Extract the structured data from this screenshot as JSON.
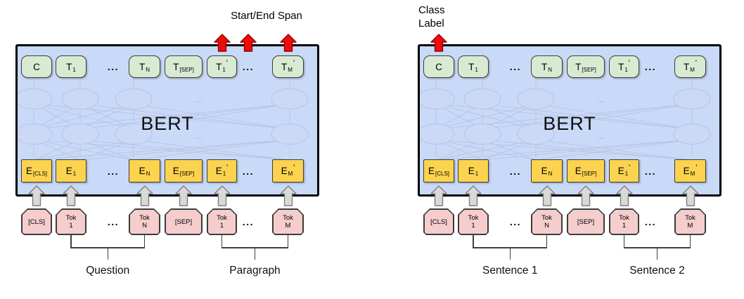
{
  "figure": {
    "description_left_model_label": "BERT",
    "description_right_model_label": "BERT"
  },
  "colors": {
    "box_fill": "#c9daf8",
    "box_border": "#000000",
    "output_token_fill": "#d9ead3",
    "embedding_token_fill": "#fbd34f",
    "input_token_fill": "#f5cdcd",
    "token_border": "#3c3c3c",
    "red_arrow_fill": "#ee0b0b",
    "red_arrow_stroke": "#980000",
    "gray_arrow_fill": "#d9d9d9",
    "gray_arrow_stroke": "#7f7f7f",
    "network_stroke": "#b7c3e3",
    "network_node_fill": "#ccd9f6"
  },
  "panels": [
    {
      "name": "question-answering",
      "top_label_lines": [
        "Start/End Span"
      ],
      "model_label": "BERT",
      "red_arrow_cols": [
        5,
        6,
        7
      ],
      "outputs": [
        {
          "kind": "box",
          "main": "C"
        },
        {
          "kind": "box",
          "main": "T",
          "sub": "1"
        },
        {
          "kind": "dots",
          "text": "..."
        },
        {
          "kind": "box",
          "main": "T",
          "sub": "N"
        },
        {
          "kind": "box",
          "main": "T",
          "sub": "[SEP]"
        },
        {
          "kind": "box",
          "main": "T",
          "sub": "1",
          "prime": "'"
        },
        {
          "kind": "dots",
          "text": "..."
        },
        {
          "kind": "box",
          "main": "T",
          "sub": "M",
          "prime": "'"
        }
      ],
      "embeddings": [
        {
          "kind": "box",
          "main": "E",
          "sub": "[CLS]"
        },
        {
          "kind": "box",
          "main": "E",
          "sub": "1"
        },
        {
          "kind": "dots",
          "text": "..."
        },
        {
          "kind": "box",
          "main": "E",
          "sub": "N"
        },
        {
          "kind": "box",
          "main": "E",
          "sub": "[SEP]"
        },
        {
          "kind": "box",
          "main": "E",
          "sub": "1",
          "prime": "'"
        },
        {
          "kind": "dots",
          "text": "..."
        },
        {
          "kind": "box",
          "main": "E",
          "sub": "M",
          "prime": "'"
        }
      ],
      "inputs": [
        {
          "kind": "plaque",
          "lines": [
            "[CLS]"
          ]
        },
        {
          "kind": "plaque",
          "lines": [
            "Tok",
            "1"
          ]
        },
        {
          "kind": "dots",
          "text": "..."
        },
        {
          "kind": "plaque",
          "lines": [
            "Tok",
            "N"
          ]
        },
        {
          "kind": "plaque",
          "lines": [
            "[SEP]"
          ]
        },
        {
          "kind": "plaque",
          "lines": [
            "Tok",
            "1"
          ]
        },
        {
          "kind": "dots",
          "text": "..."
        },
        {
          "kind": "plaque",
          "lines": [
            "Tok",
            "M"
          ]
        }
      ],
      "groups": [
        {
          "label": "Question",
          "from": 1,
          "to": 3
        },
        {
          "label": "Paragraph",
          "from": 5,
          "to": 7
        }
      ]
    },
    {
      "name": "sentence-pair-classification",
      "top_label_lines": [
        "Class",
        "Label"
      ],
      "model_label": "BERT",
      "red_arrow_cols": [
        0
      ],
      "outputs": [
        {
          "kind": "box",
          "main": "C"
        },
        {
          "kind": "box",
          "main": "T",
          "sub": "1"
        },
        {
          "kind": "dots",
          "text": "..."
        },
        {
          "kind": "box",
          "main": "T",
          "sub": "N"
        },
        {
          "kind": "box",
          "main": "T",
          "sub": "[SEP]"
        },
        {
          "kind": "box",
          "main": "T",
          "sub": "1",
          "prime": "'"
        },
        {
          "kind": "dots",
          "text": "..."
        },
        {
          "kind": "box",
          "main": "T",
          "sub": "M",
          "prime": "'"
        }
      ],
      "embeddings": [
        {
          "kind": "box",
          "main": "E",
          "sub": "[CLS]"
        },
        {
          "kind": "box",
          "main": "E",
          "sub": "1"
        },
        {
          "kind": "dots",
          "text": "..."
        },
        {
          "kind": "box",
          "main": "E",
          "sub": "N"
        },
        {
          "kind": "box",
          "main": "E",
          "sub": "[SEP]"
        },
        {
          "kind": "box",
          "main": "E",
          "sub": "1",
          "prime": "'"
        },
        {
          "kind": "dots",
          "text": "..."
        },
        {
          "kind": "box",
          "main": "E",
          "sub": "M",
          "prime": "'"
        }
      ],
      "inputs": [
        {
          "kind": "plaque",
          "lines": [
            "[CLS]"
          ]
        },
        {
          "kind": "plaque",
          "lines": [
            "Tok",
            "1"
          ]
        },
        {
          "kind": "dots",
          "text": "..."
        },
        {
          "kind": "plaque",
          "lines": [
            "Tok",
            "N"
          ]
        },
        {
          "kind": "plaque",
          "lines": [
            "[SEP]"
          ]
        },
        {
          "kind": "plaque",
          "lines": [
            "Tok",
            "1"
          ]
        },
        {
          "kind": "dots",
          "text": "..."
        },
        {
          "kind": "plaque",
          "lines": [
            "Tok",
            "M"
          ]
        }
      ],
      "groups": [
        {
          "label": "Sentence 1",
          "from": 1,
          "to": 3
        },
        {
          "label": "Sentence 2",
          "from": 5,
          "to": 7
        }
      ]
    }
  ]
}
